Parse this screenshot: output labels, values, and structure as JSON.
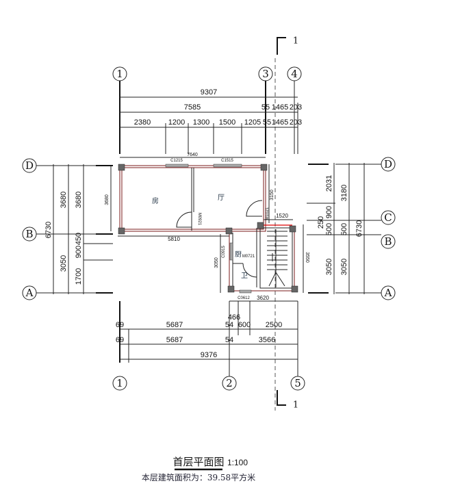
{
  "axes": {
    "top": [
      "1",
      "3",
      "4"
    ],
    "bottom": [
      "1",
      "2",
      "5"
    ],
    "left": [
      "D",
      "B",
      "A"
    ],
    "right": [
      "D",
      "C",
      "B",
      "A"
    ]
  },
  "section_mark": "1",
  "top_dims": {
    "total": "9307",
    "row2": [
      "7585",
      "55",
      "1465",
      "203"
    ],
    "row3": [
      "2380",
      "1200",
      "1300",
      "1500",
      "1205",
      "55",
      "1465",
      "203"
    ],
    "inner": "7640"
  },
  "windows": [
    "C1215",
    "C1515",
    "C0915",
    "C0612"
  ],
  "doors": [
    "M0921",
    "M1021",
    "M0721"
  ],
  "rooms": {
    "bedroom": "房",
    "living": "厅",
    "kitchen": "厨",
    "bath": "卫"
  },
  "inner_dims": {
    "d5810": "5810",
    "d3680": "3680",
    "d3150": "3150",
    "d1520": "1520",
    "d3050": "3050",
    "d3550": "3550",
    "d3620": "3620"
  },
  "left_dims": {
    "total": "6730",
    "c1": [
      "3680",
      "3050"
    ],
    "c2": [
      "3680",
      "450",
      "900",
      "1700"
    ]
  },
  "right_dims": {
    "c1": [
      "2031",
      "900",
      "250",
      "500",
      "3050"
    ],
    "c2": [
      "3180",
      "500",
      "3050"
    ],
    "total": "6730"
  },
  "bottom_dims": {
    "row1": [
      "69",
      "5687",
      "54",
      "466",
      "600",
      "2500"
    ],
    "row2": [
      "69",
      "5687",
      "54",
      "3566"
    ],
    "total": "9376"
  },
  "title": "首层平面图",
  "scale": "1:100",
  "area_note": "本层建筑面积为：39.58平方米"
}
